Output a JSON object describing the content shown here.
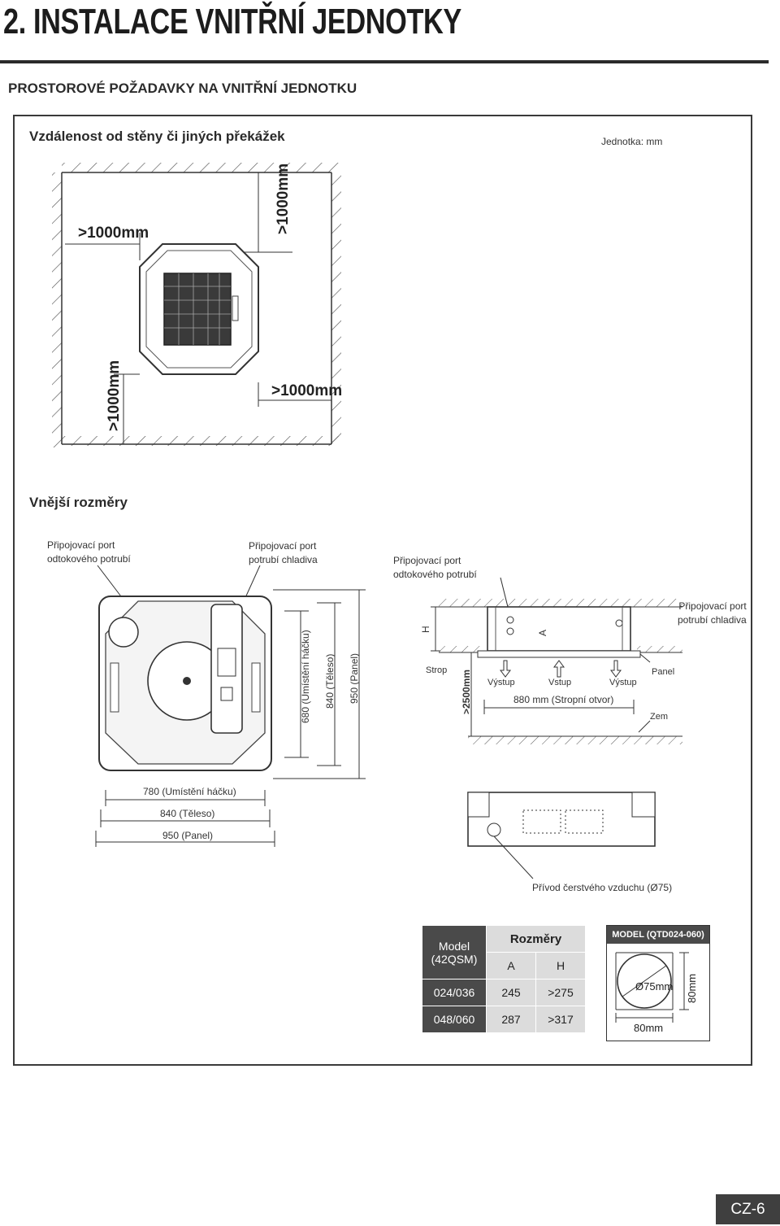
{
  "page": {
    "title": "2. INSTALACE VNITŘNÍ JEDNOTKY",
    "subtitle": "PROSTOROVÉ POŽADAVKY NA VNITŘNÍ JEDNOTKU",
    "page_number": "CZ-6"
  },
  "clearance": {
    "heading": "Vzdálenost od stěny či jiných překážek",
    "unit": "Jednotka: mm",
    "dim_left": ">1000mm",
    "dim_top": ">1000mm",
    "dim_right": ">1000mm",
    "dim_bottom": ">1000mm"
  },
  "outer": {
    "heading": "Vnější rozměry",
    "plan": {
      "label_drain": [
        "Připojovací port",
        "odtokového potrubí"
      ],
      "label_refrigerant": [
        "Připojovací port",
        "potrubí chladiva"
      ],
      "dim_hook_v": "680 (Umístění háčku)",
      "dim_body_v": "840 (Těleso)",
      "dim_panel_v": "950 (Panel)",
      "dim_hook_h": "780 (Umístění háčku)",
      "dim_body_h": "840 (Těleso)",
      "dim_panel_h": "950 (Panel)"
    },
    "side": {
      "label_drain": [
        "Připojovací port",
        "odtokového potrubí"
      ],
      "label_refrigerant": [
        "Připojovací port",
        "potrubí chladiva"
      ],
      "dim_h": "H",
      "dim_a": "A",
      "ceiling": "Strop",
      "panel": "Panel",
      "outlet_left": "Výstup",
      "inlet": "Vstup",
      "outlet_right": "Výstup",
      "opening": "880 mm (Stropní otvor)",
      "floor": "Zem",
      "height_dim": ">2500mm"
    },
    "fresh_air": "Přívod čerstvého vzduchu (Ø75)"
  },
  "spec_table": {
    "col_model": [
      "Model",
      "(42QSM)"
    ],
    "col_dims": "Rozměry",
    "col_a": "A",
    "col_h": "H",
    "rows": [
      {
        "model": "024/036",
        "a": "245",
        "h": ">275"
      },
      {
        "model": "048/060",
        "a": "287",
        "h": ">317"
      }
    ]
  },
  "fresh_air_detail": {
    "title": "MODEL (QTD024-060)",
    "diameter": "Ø75mm",
    "width": "80mm",
    "height": "80mm"
  }
}
